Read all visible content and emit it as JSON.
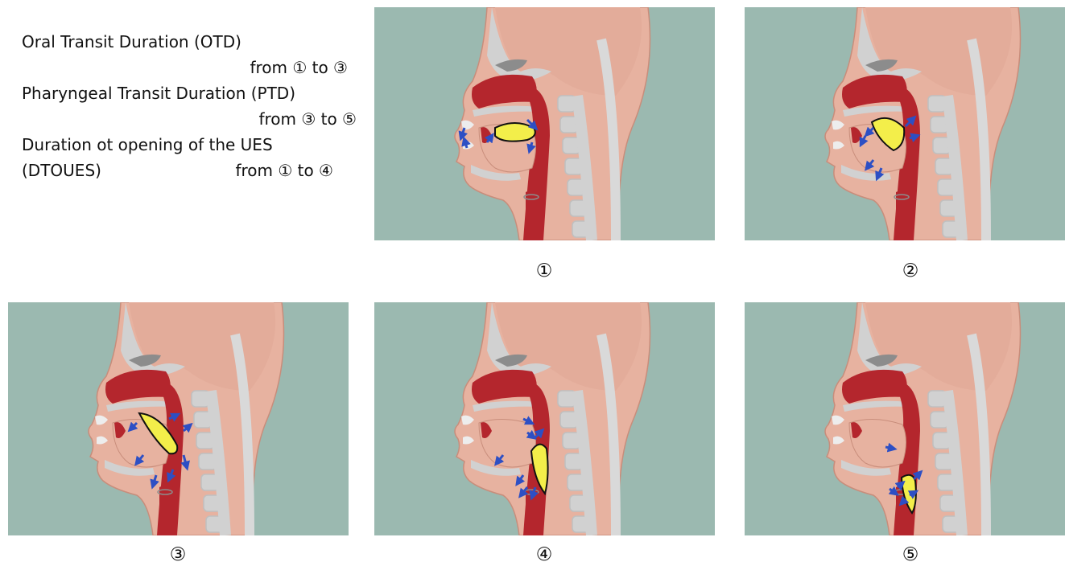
{
  "legend": {
    "otd_title": "Oral Transit Duration (OTD)",
    "otd_range": "from ① to ③",
    "ptd_title": "Pharyngeal Transit Duration  (PTD)",
    "ptd_range": "from ③ to ⑤",
    "dtoues_title": "Duration ot opening of the UES",
    "dtoues_abbr": "(DTOUES)",
    "dtoues_range": "from ① to ④"
  },
  "panels": [
    {
      "label": "①",
      "stage": 1
    },
    {
      "label": "②",
      "stage": 2
    },
    {
      "label": "③",
      "stage": 3
    },
    {
      "label": "④",
      "stage": 4
    },
    {
      "label": "⑤",
      "stage": 5
    }
  ],
  "colors": {
    "background_panel": "#9bb9b0",
    "skin": "#e7b2a0",
    "brain": "#e3ac9a",
    "bone": "#d1d1d1",
    "tissue_red": "#b4262d",
    "bolus": "#f3ee4a",
    "arrow": "#2d4fc4"
  }
}
